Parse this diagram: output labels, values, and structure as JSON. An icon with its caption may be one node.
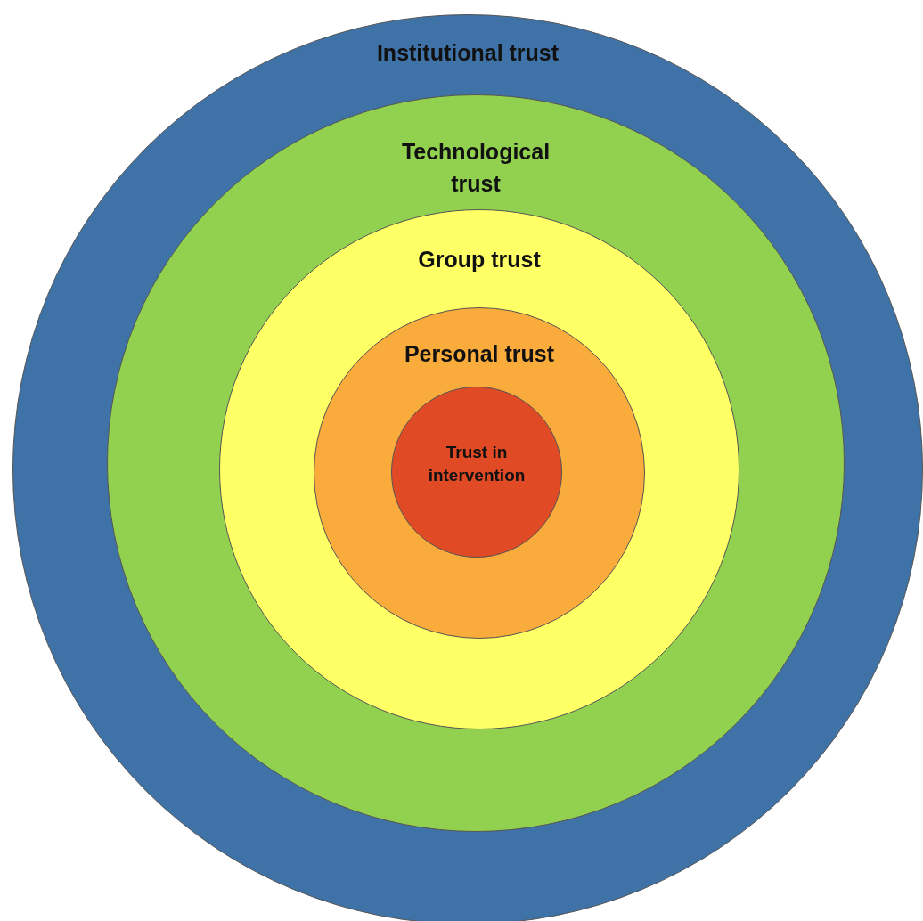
{
  "diagram": {
    "nodes": [
      {
        "text": [
          "Institutional trust"
        ]
      },
      {
        "text": [
          "Technological trust"
        ],
        "in": 0
      },
      {
        "text": [
          "Group trust"
        ],
        "in": 1
      },
      {
        "text": [
          "Personal trust"
        ],
        "in": 2
      },
      {
        "text": [
          "Trust in intervention"
        ],
        "in": 3
      }
    ]
  }
}
